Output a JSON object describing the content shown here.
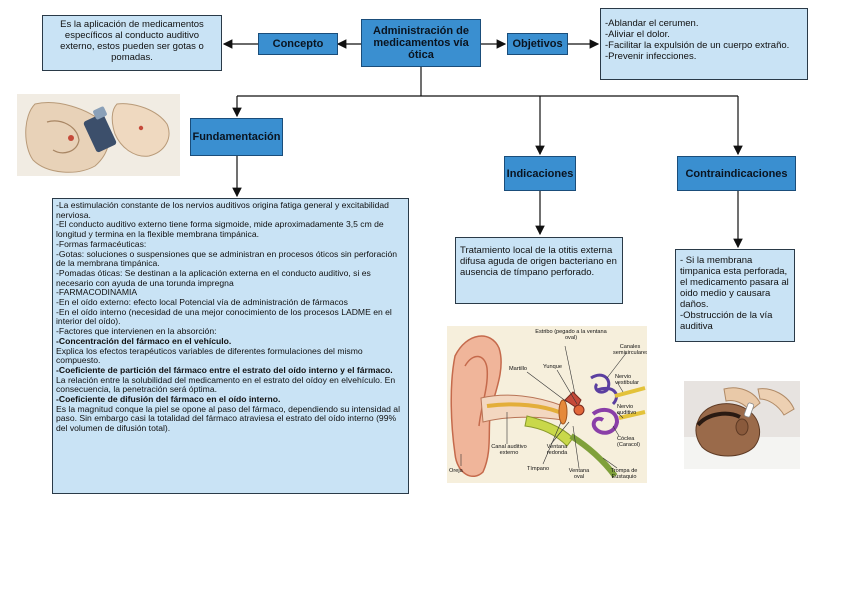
{
  "nodes": {
    "main": "Administración de medicamentos vía ótica",
    "concepto": "Concepto",
    "objetivos": "Objetivos",
    "fundamentacion": "Fundamentación",
    "indicaciones": "Indicaciones",
    "contraindicaciones": "Contraindicaciones"
  },
  "concepto_text": "Es la aplicación de medicamentos específicos al conducto auditivo externo, estos pueden ser gotas o pomadas.",
  "objetivos_items": [
    "-Ablandar el cerumen.",
    "-Aliviar el dolor.",
    "-Facilitar la expulsión de un cuerpo extraño.",
    "-Prevenir infecciones."
  ],
  "fundamentacion_lines": [
    {
      "text": "-La estimulación constante de los nervios auditivos origina fatiga general y excitabilidad nerviosa.",
      "bold": false
    },
    {
      "text": "-El conducto auditivo externo tiene forma sigmoide, mide aproximadamente 3,5 cm de longitud y termina en la flexible membrana timpánica.",
      "bold": false
    },
    {
      "text": "-Formas farmacéuticas:",
      "bold": false
    },
    {
      "text": "-Gotas: soluciones o suspensiones que se administran en procesos óticos sin perforación de la membrana timpánica.",
      "bold": false
    },
    {
      "text": "-Pomadas óticas: Se destinan a la aplicación externa en el conducto auditivo, si es necesario con ayuda de una torunda impregna",
      "bold": false
    },
    {
      "text": "-FARMACODINAMIA",
      "bold": false
    },
    {
      "text": "-En el oído externo: efecto local  Potencial vía de administración de fármacos",
      "bold": false
    },
    {
      "text": "-En el oído interno (necesidad de una mejor conocimiento de los procesos LADME en el interior del oído).",
      "bold": false
    },
    {
      "text": "-Factores que intervienen en la absorción:",
      "bold": false
    },
    {
      "text": "-Concentración del fármaco en el vehículo.",
      "bold": true
    },
    {
      "text": "Explica los efectos terapéuticos variables de diferentes formulaciones del mismo compuesto.",
      "bold": false
    },
    {
      "text": "-Coeficiente de partición del fármaco entre el estrato del oído interno y el fármaco.",
      "bold": true
    },
    {
      "text": "La relación entre la solubilidad del medicamento en el estrato del oídoy en elvehículo. En consecuencia, la penetración será óptima.",
      "bold": false
    },
    {
      "text": "-Coeficiente de difusión del fármaco en el oído interno.",
      "bold": true
    },
    {
      "text": "Es la magnitud conque la piel se opone al paso del fármaco, dependiendo su intensidad al paso. Sin embargo casi la totalidad del fármaco atraviesa el estrato del oído interno (99% del volumen de difusión total).",
      "bold": false
    }
  ],
  "indicaciones_text": "Tratamiento local de la otitis externa difusa aguda de origen bacteriano en ausencia de tímpano perforado.",
  "contraindicaciones_items": [
    "- Si la membrana timpanica esta perforada, el medicamento pasara al oido medio y causara daños.",
    "-Obstrucción de la vía auditiva"
  ],
  "ear_diagram_labels": {
    "top": "Estribo (pegado a la ventana oval)",
    "canales": "Canales semicirculares",
    "yunque": "Yunque",
    "martillo": "Martillo",
    "nervio_vestibular": "Nervio vestibular",
    "nervio_auditivo": "Nervio auditivo",
    "coclea": "Cóclea (Caracol)",
    "canal_auditivo": "Canal auditivo externo",
    "ventana_redonda": "Ventana redonda",
    "timpano": "Tímpano",
    "oreja": "Oreja",
    "ventana_oval": "Ventana oval",
    "trompa": "Trompa de Eustaquio"
  },
  "colors": {
    "header_fill": "#3a8fd0",
    "note_fill": "#c9e3f5",
    "connector": "#111111"
  }
}
